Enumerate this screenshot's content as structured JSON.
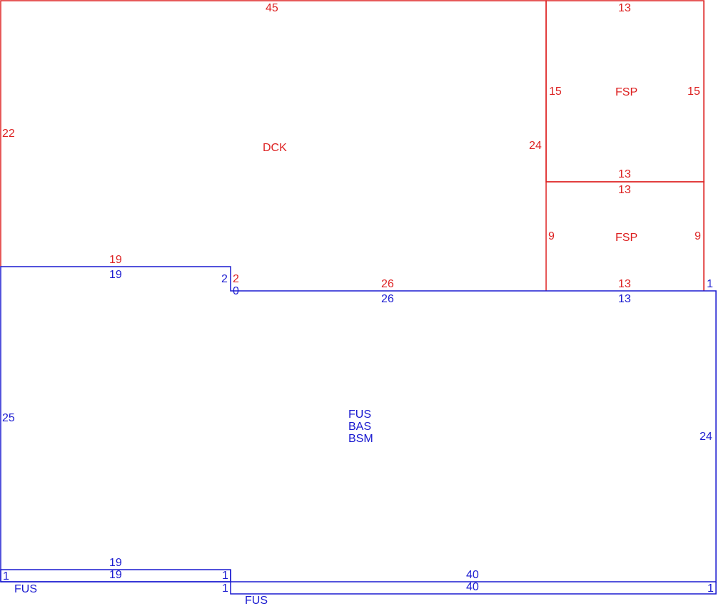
{
  "colors": {
    "upper": "#dd2222",
    "lower": "#1a1ad0"
  },
  "upper": {
    "dck": {
      "label": "DCK",
      "top": "45",
      "left": "22",
      "right": "24",
      "bottom_left": "19",
      "step": "2",
      "bottom_mid": "26"
    },
    "fsp_top": {
      "label": "FSP",
      "top": "13",
      "left": "15",
      "right": "15",
      "bottom": "13"
    },
    "fsp_bottom": {
      "label": "FSP",
      "top": "13",
      "left": "9",
      "right": "9",
      "bottom": "13"
    }
  },
  "lower": {
    "main": {
      "labels": [
        "FUS",
        "BAS",
        "BSM"
      ],
      "top_left": "19",
      "step": "2",
      "step_base": "0",
      "top_mid": "26",
      "top_right": "13",
      "corner": "1",
      "left": "25",
      "right": "24",
      "bottom_left": "19",
      "bottom_right": "40"
    },
    "strip_left": {
      "label": "FUS",
      "top": "19",
      "left": "1",
      "right_top": "1",
      "right_bottom": "1"
    },
    "strip_right": {
      "label": "FUS",
      "top": "40",
      "right": "1"
    }
  }
}
